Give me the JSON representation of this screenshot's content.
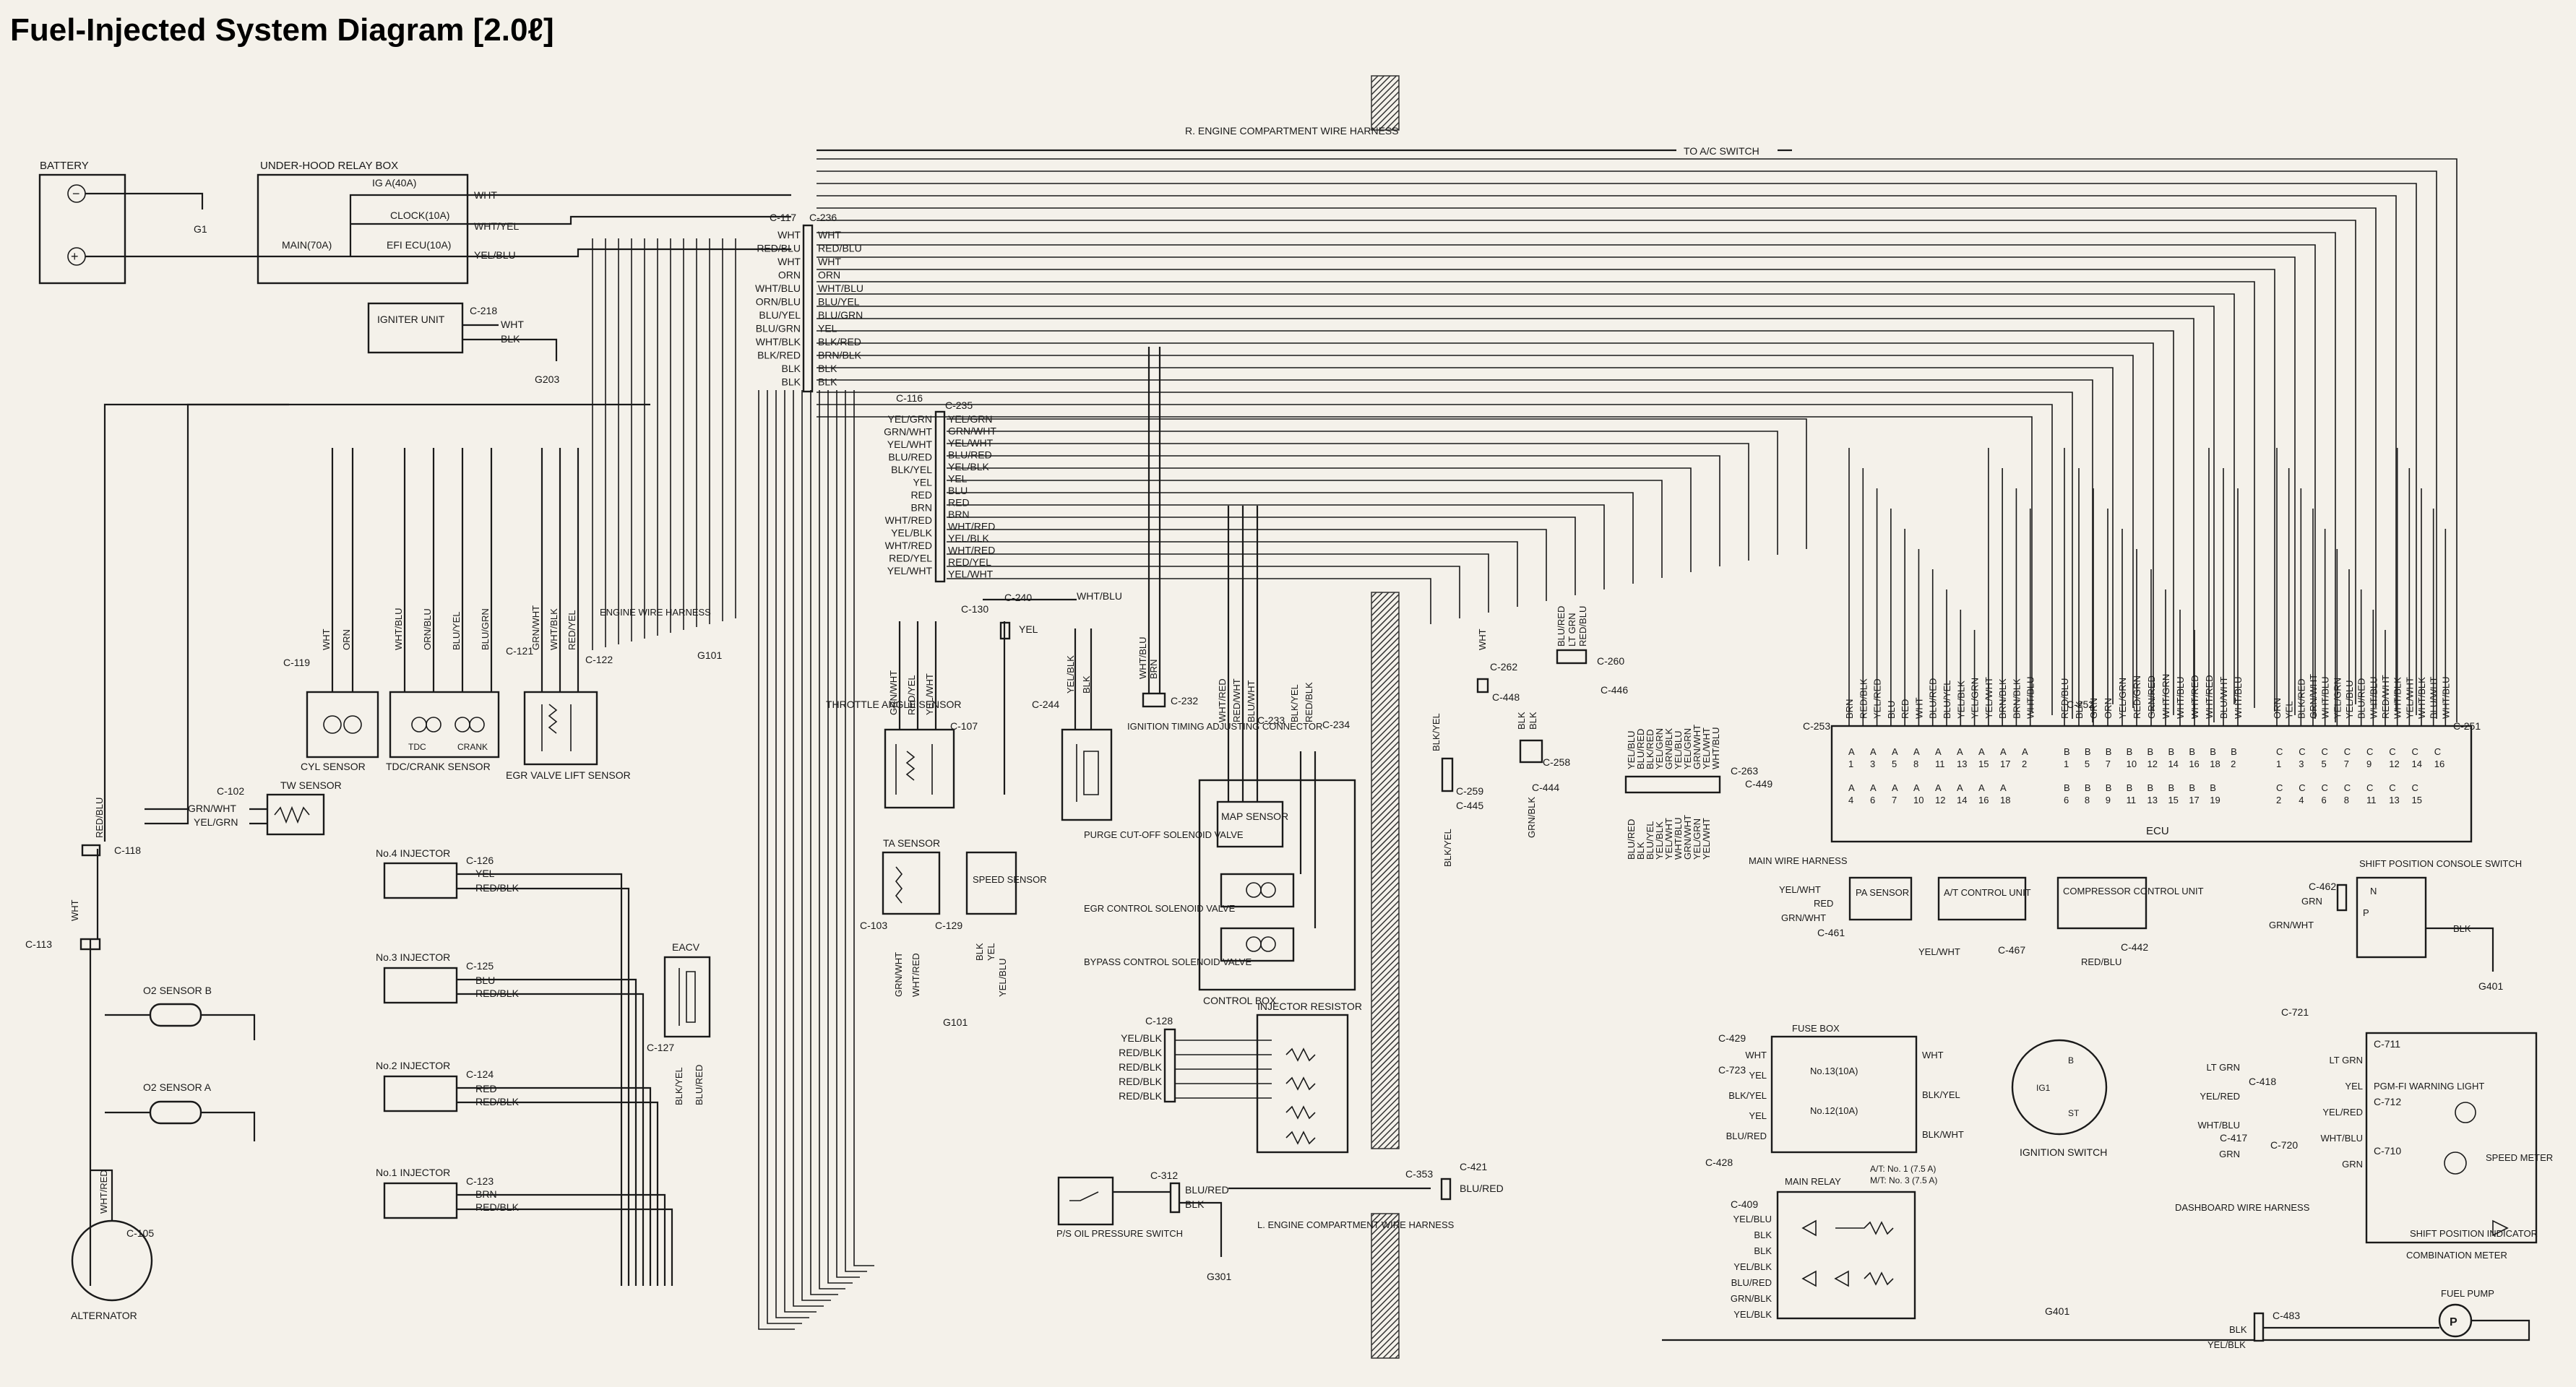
{
  "title": "Fuel-Injected System Diagram [2.0ℓ]",
  "components": {
    "battery": "BATTERY",
    "relay_box": "UNDER-HOOD RELAY BOX",
    "fuse_ig": "IG A(40A)",
    "fuse_clock": "CLOCK(10A)",
    "fuse_main": "MAIN(70A)",
    "fuse_efi": "EFI ECU(10A)",
    "igniter": "IGNITER UNIT",
    "engine_harness": "ENGINE WIRE HARNESS",
    "r_harness": "R. ENGINE COMPARTMENT WIRE HARNESS",
    "to_ac": "TO A/C SWITCH",
    "cyl_sensor": "CYL SENSOR",
    "tdc_crank": "TDC/CRANK SENSOR",
    "tdc": "TDC",
    "crank": "CRANK",
    "egr_lift": "EGR VALVE LIFT SENSOR",
    "tw_sensor": "TW SENSOR",
    "o2b": "O2 SENSOR B",
    "o2a": "O2 SENSOR A",
    "alternator": "ALTERNATOR",
    "inj4": "No.4 INJECTOR",
    "inj3": "No.3 INJECTOR",
    "inj2": "No.2 INJECTOR",
    "inj1": "No.1 INJECTOR",
    "eacv": "EACV",
    "throttle": "THROTTLE ANGLE SENSOR",
    "ta_sensor": "TA SENSOR",
    "speed_sensor": "SPEED SENSOR",
    "purge": "PURGE CUT-OFF SOLENOID VALVE",
    "ign_timing": "IGNITION TIMING ADJUSTING CONNECTOR",
    "map_sensor": "MAP SENSOR",
    "egr_control": "EGR CONTROL SOLENOID VALVE",
    "bypass_control": "BYPASS CONTROL SOLENOID VALVE",
    "control_box": "CONTROL BOX",
    "injector_resistor": "INJECTOR RESISTOR",
    "ps_oil": "P/S OIL PRESSURE SWITCH",
    "l_harness": "L. ENGINE COMPARTMENT WIRE HARNESS",
    "main_harness": "MAIN WIRE HARNESS",
    "pa_sensor": "PA SENSOR",
    "ac_control": "A/T CONTROL UNIT",
    "compressor": "COMPRESSOR CONTROL UNIT",
    "shift_console": "SHIFT POSITION CONSOLE SWITCH",
    "fuse_box": "FUSE BOX",
    "fuse13": "No.13(10A)",
    "fuse12": "No.12(10A)",
    "fuse_note1": "A/T: No. 1 (7.5 A)",
    "fuse_note2": "M/T: No. 3 (7.5 A)",
    "ign_switch": "IGNITION SWITCH",
    "main_relay": "MAIN RELAY",
    "pgm_light": "PGM-FI WARNING LIGHT",
    "speed_meter": "SPEED METER",
    "shift_indicator": "SHIFT POSITION INDICATOR",
    "combo_meter": "COMBINATION METER",
    "dash_harness": "DASHBOARD WIRE HARNESS",
    "fuel_pump": "FUEL PUMP",
    "ecu": "ECU"
  },
  "grounds": [
    "G1",
    "G203",
    "G101",
    "G101",
    "G301",
    "G401",
    "G401"
  ],
  "connectors": [
    "C-117",
    "C-236",
    "C-116",
    "C-235",
    "C-218",
    "C-119",
    "C-121",
    "C-122",
    "C-102",
    "C-118",
    "C-113",
    "C-105",
    "C-126",
    "C-125",
    "C-124",
    "C-123",
    "C-127",
    "C-107",
    "C-103",
    "C-129",
    "C-130",
    "C-240",
    "C-244",
    "C-232",
    "C-233",
    "C-234",
    "C-128",
    "C-312",
    "C-353",
    "C-421",
    "C-259",
    "C-262",
    "C-448",
    "C-445",
    "C-444",
    "C-258",
    "C-260",
    "C-446",
    "C-263",
    "C-449",
    "C-252",
    "C-253",
    "C-251",
    "C-461",
    "C-467",
    "C-442",
    "C-462",
    "C-429",
    "C-723",
    "C-428",
    "C-409",
    "C-721",
    "C-418",
    "C-711",
    "C-712",
    "C-417",
    "C-720",
    "C-710",
    "C-483"
  ],
  "c117_wires": [
    "WHT",
    "RED/BLU",
    "WHT",
    "ORN",
    "WHT/BLU",
    "ORN/BLU",
    "BLU/YEL",
    "BLU/GRN",
    "WHT/BLK",
    "BLK/RED",
    "BLK",
    "BLK"
  ],
  "c236_wires": [
    "WHT",
    "RED/BLU",
    "WHT",
    "ORN",
    "WHT/BLU",
    "BLU/YEL",
    "BLU/GRN",
    "YEL",
    "BLK/RED",
    "BRN/BLK",
    "BLK",
    "BLK"
  ],
  "c116_wires": [
    "YEL/GRN",
    "GRN/WHT",
    "YEL/WHT",
    "BLU/RED",
    "BLK/YEL",
    "YEL",
    "RED",
    "BRN",
    "WHT/RED",
    "YEL/BLK",
    "WHT/RED",
    "RED/YEL",
    "YEL/WHT"
  ],
  "c235_wires": [
    "YEL/GRN",
    "GRN/WHT",
    "YEL/WHT",
    "BLU/RED",
    "YEL/BLK",
    "YEL",
    "BLU",
    "RED",
    "BRN",
    "WHT/RED",
    "YEL/BLK",
    "WHT/RED",
    "RED/YEL",
    "YEL/WHT"
  ],
  "relay_wires": [
    "WHT",
    "WHT/YEL",
    "YEL/BLU"
  ],
  "igniter_wires": [
    "WHT",
    "BLK"
  ],
  "c128_wires": [
    "YEL/BLK",
    "RED/BLK",
    "RED/BLK",
    "RED/BLK",
    "RED/BLK"
  ],
  "inj_wires": {
    "inj4": [
      "YEL",
      "RED/BLK"
    ],
    "inj3": [
      "BLU",
      "RED/BLK"
    ],
    "inj2": [
      "RED",
      "RED/BLK"
    ],
    "inj1": [
      "BRN",
      "RED/BLK"
    ]
  },
  "ecu_a_pins": [
    "1",
    "3",
    "5",
    "8",
    "11",
    "13",
    "15",
    "17",
    "2",
    "4",
    "6",
    "7",
    "10",
    "12",
    "14",
    "16",
    "18"
  ],
  "ecu_b_pins": [
    "1",
    "5",
    "7",
    "10",
    "12",
    "14",
    "16",
    "18",
    "2",
    "6",
    "8",
    "9",
    "11",
    "13",
    "15",
    "17",
    "19"
  ],
  "ecu_c_pins": [
    "1",
    "3",
    "5",
    "7",
    "9",
    "12",
    "14",
    "16",
    "2",
    "4",
    "6",
    "8",
    "11",
    "13",
    "15"
  ],
  "ecu_a_wires": [
    "BRN",
    "RED/BLK",
    "YEL/RED",
    "BLU",
    "RED",
    "WHT",
    "BLU/RED",
    "BLU/YEL",
    "YEL/BLK",
    "YEL/GRN",
    "YEL/WHT",
    "BRN/BLK",
    "BRN/BLK",
    "WHT/BLU"
  ],
  "ecu_b_wires": [
    "RED/BLU",
    "BLK",
    "GRN",
    "ORN",
    "YEL/GRN",
    "RED/GRN",
    "GRN/RED",
    "WHT/GRN",
    "WHT/BLU",
    "WHT/RED",
    "WHT/RED",
    "BLU/WHT",
    "WHT/BLU"
  ],
  "ecu_c_wires": [
    "ORN",
    "YEL",
    "BLK/RED",
    "GRN/WHT",
    "WHT/BLU",
    "YEL/GRN",
    "YEL/BLU",
    "BLU/RED",
    "WHT/BLU",
    "RED/WHT",
    "WHT/BLK",
    "YEL/WHT",
    "WHT/BLK",
    "BLU/WHT",
    "WHT/BLU"
  ],
  "misc_labels": {
    "ps_wires": [
      "BLU/RED",
      "BLK"
    ],
    "c421_wire": "BLU/RED",
    "pa_wires": [
      "YEL/WHT",
      "RED",
      "GRN/WHT"
    ],
    "atc_wire": "YEL/WHT",
    "comp_wire": "RED/BLU",
    "shift_wires": [
      "GRN",
      "GRN/WHT",
      "BLK"
    ],
    "fuse_left": [
      "WHT",
      "YEL",
      "BLK/YEL",
      "YEL",
      "BLU/RED"
    ],
    "fuse_right": [
      "WHT",
      "BLK/YEL",
      "BLK/WHT"
    ],
    "relay_left": [
      "YEL/BLU",
      "BLK",
      "BLK",
      "YEL/BLK",
      "BLU/RED",
      "GRN/BLK",
      "YEL/BLK"
    ],
    "meter_left": [
      "LT GRN",
      "YEL/RED",
      "WHT/BLU",
      "GRN"
    ],
    "meter_right": [
      "LT GRN",
      "YEL",
      "YEL/RED",
      "WHT/BLU",
      "GRN"
    ],
    "pump_wires": [
      "BLK",
      "YEL/BLK"
    ],
    "ign_pins": [
      "B",
      "IG1",
      "ST"
    ],
    "shift_pins": [
      "N",
      "P"
    ],
    "alt_wire": "WHT/RED",
    "o2_wire": "RED/BLU",
    "tw_wires": [
      "GRN/WHT",
      "YEL/GRN"
    ],
    "c113_wire": "WHT",
    "cyl_wires": [
      "WHT",
      "ORN"
    ],
    "tdc_wires": [
      "WHT/BLU",
      "ORN/BLU",
      "BLU/YEL",
      "BLU/GRN"
    ],
    "egr_wires": [
      "GRN/WHT",
      "WHT/BLK",
      "RED/YEL"
    ],
    "throttle_wires": [
      "GRN/WHT",
      "RED/YEL",
      "YEL/WHT"
    ],
    "ta_wires": [
      "GRN/WHT",
      "WHT/RED"
    ],
    "speed_wires": [
      "BLK",
      "YEL",
      "YEL/BLU"
    ],
    "eacv_wires": [
      "BLK/YEL",
      "BLU/RED"
    ],
    "purge_wires": [
      "YEL/BLK",
      "BLK"
    ],
    "c240_wire": "WHT/BLU",
    "c130_wire": "YEL",
    "ign_timing_wires": [
      "WHT/BLU",
      "BRN"
    ],
    "map_wires": [
      "WHT/RED",
      "RED/WHT",
      "BLU/WHT"
    ],
    "c234_wires": [
      "BLK/YEL",
      "RED/BLK"
    ],
    "c259_wires": [
      "BLK/YEL",
      "BLK/YEL"
    ],
    "c262_wire": "WHT",
    "c444_wires": [
      "BLK",
      "BLK",
      "GRN/BLK"
    ],
    "c260_wires": [
      "BLU/RED",
      "LT GRN",
      "RED/BLU"
    ],
    "c446_wires": [
      "YEL/BLU",
      "BLU/RED",
      "BLK/RED",
      "YEL/GRN",
      "GRN/BLK",
      "YEL/BLU",
      "YEL/GRN",
      "GRN/WHT",
      "YEL/WHT",
      "WHT/BLU"
    ],
    "c263_wires": [
      "BLU/RED",
      "BLK",
      "BLU/YEL",
      "YEL/BLK",
      "YEL/WHT",
      "WHT/BLU",
      "GRN/WHT",
      "YEL/GRN",
      "YEL/WHT"
    ]
  }
}
